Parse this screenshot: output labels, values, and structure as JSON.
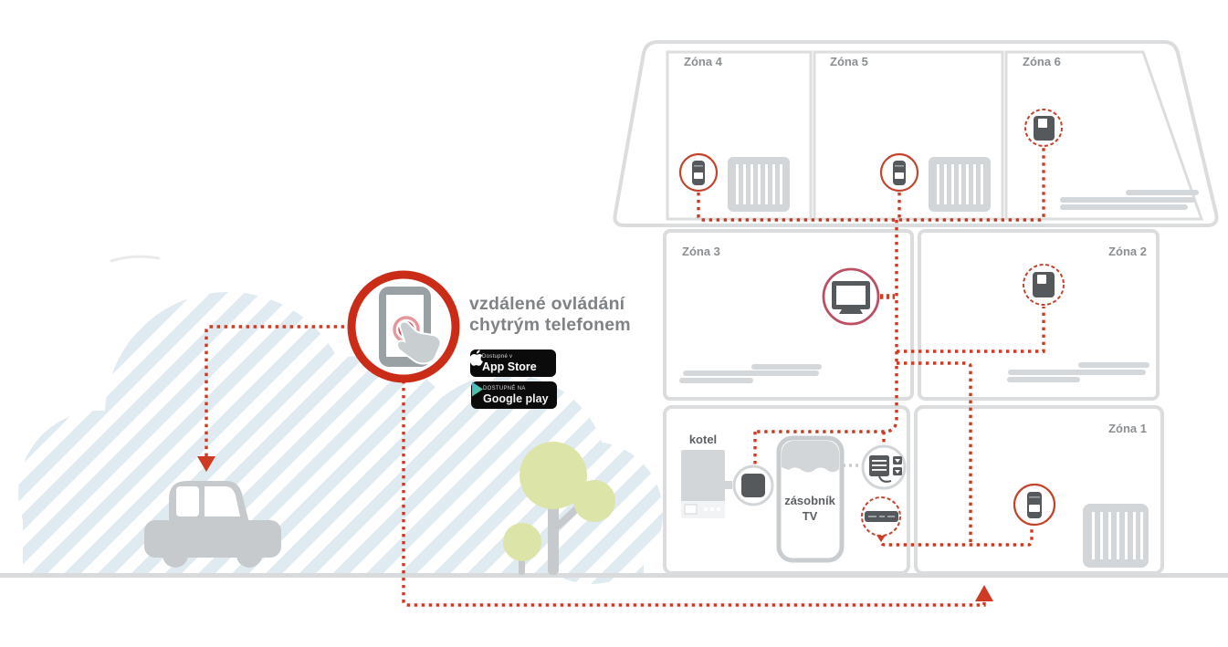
{
  "remote_control": {
    "line1": "vzdálené ovládání",
    "line2": "chytrým telefonem"
  },
  "badges": {
    "app_store": {
      "small_label": "Dostupné v",
      "big_label": "App Store"
    },
    "google_play": {
      "small_label": "DOSTUPNÉ NA",
      "big_label": "Google play"
    }
  },
  "zones": {
    "z1": "Zóna 1",
    "z2": "Zóna 2",
    "z3": "Zóna 3",
    "z4": "Zóna 4",
    "z5": "Zóna 5",
    "z6": "Zóna 6"
  },
  "boiler_label": "kotel",
  "tank_label": {
    "line1": "zásobník",
    "line2": "TV"
  },
  "icons": {
    "smartphone-touch-icon": "smartphone with touch ripple and pointing hand",
    "apple-icon": "apple logo",
    "play-triangle-icon": "google play triangle",
    "car-icon": "car silhouette",
    "tree-icon": "tree",
    "bush-icon": "bush",
    "radiator-icon": "radiator",
    "trv-valve-icon": "radiator thermostatic valve head",
    "thermostat-icon": "wall thermostat",
    "tv-icon": "television",
    "boiler-icon": "boiler unit",
    "receiver-icon": "boiler receiver module",
    "relay-icon": "switching relay module",
    "router-icon": "internet router",
    "underfloor-heating-icon": "underfloor heating coil",
    "arrow-down-icon": "red arrow down",
    "arrow-up-icon": "red arrow up"
  },
  "colors": {
    "red_dotted": "#cf3a22",
    "phone_ring_red": "#cb2c18",
    "tv_circle_rose": "#bd4f63",
    "device_dark": "#55595c",
    "light_gray": "#d3d6d8",
    "wall_gray": "#dbdcdd",
    "stripe_blue": "#dfeaf1",
    "tree_green": "#dce4a8",
    "label_gray": "#8b8f92"
  }
}
